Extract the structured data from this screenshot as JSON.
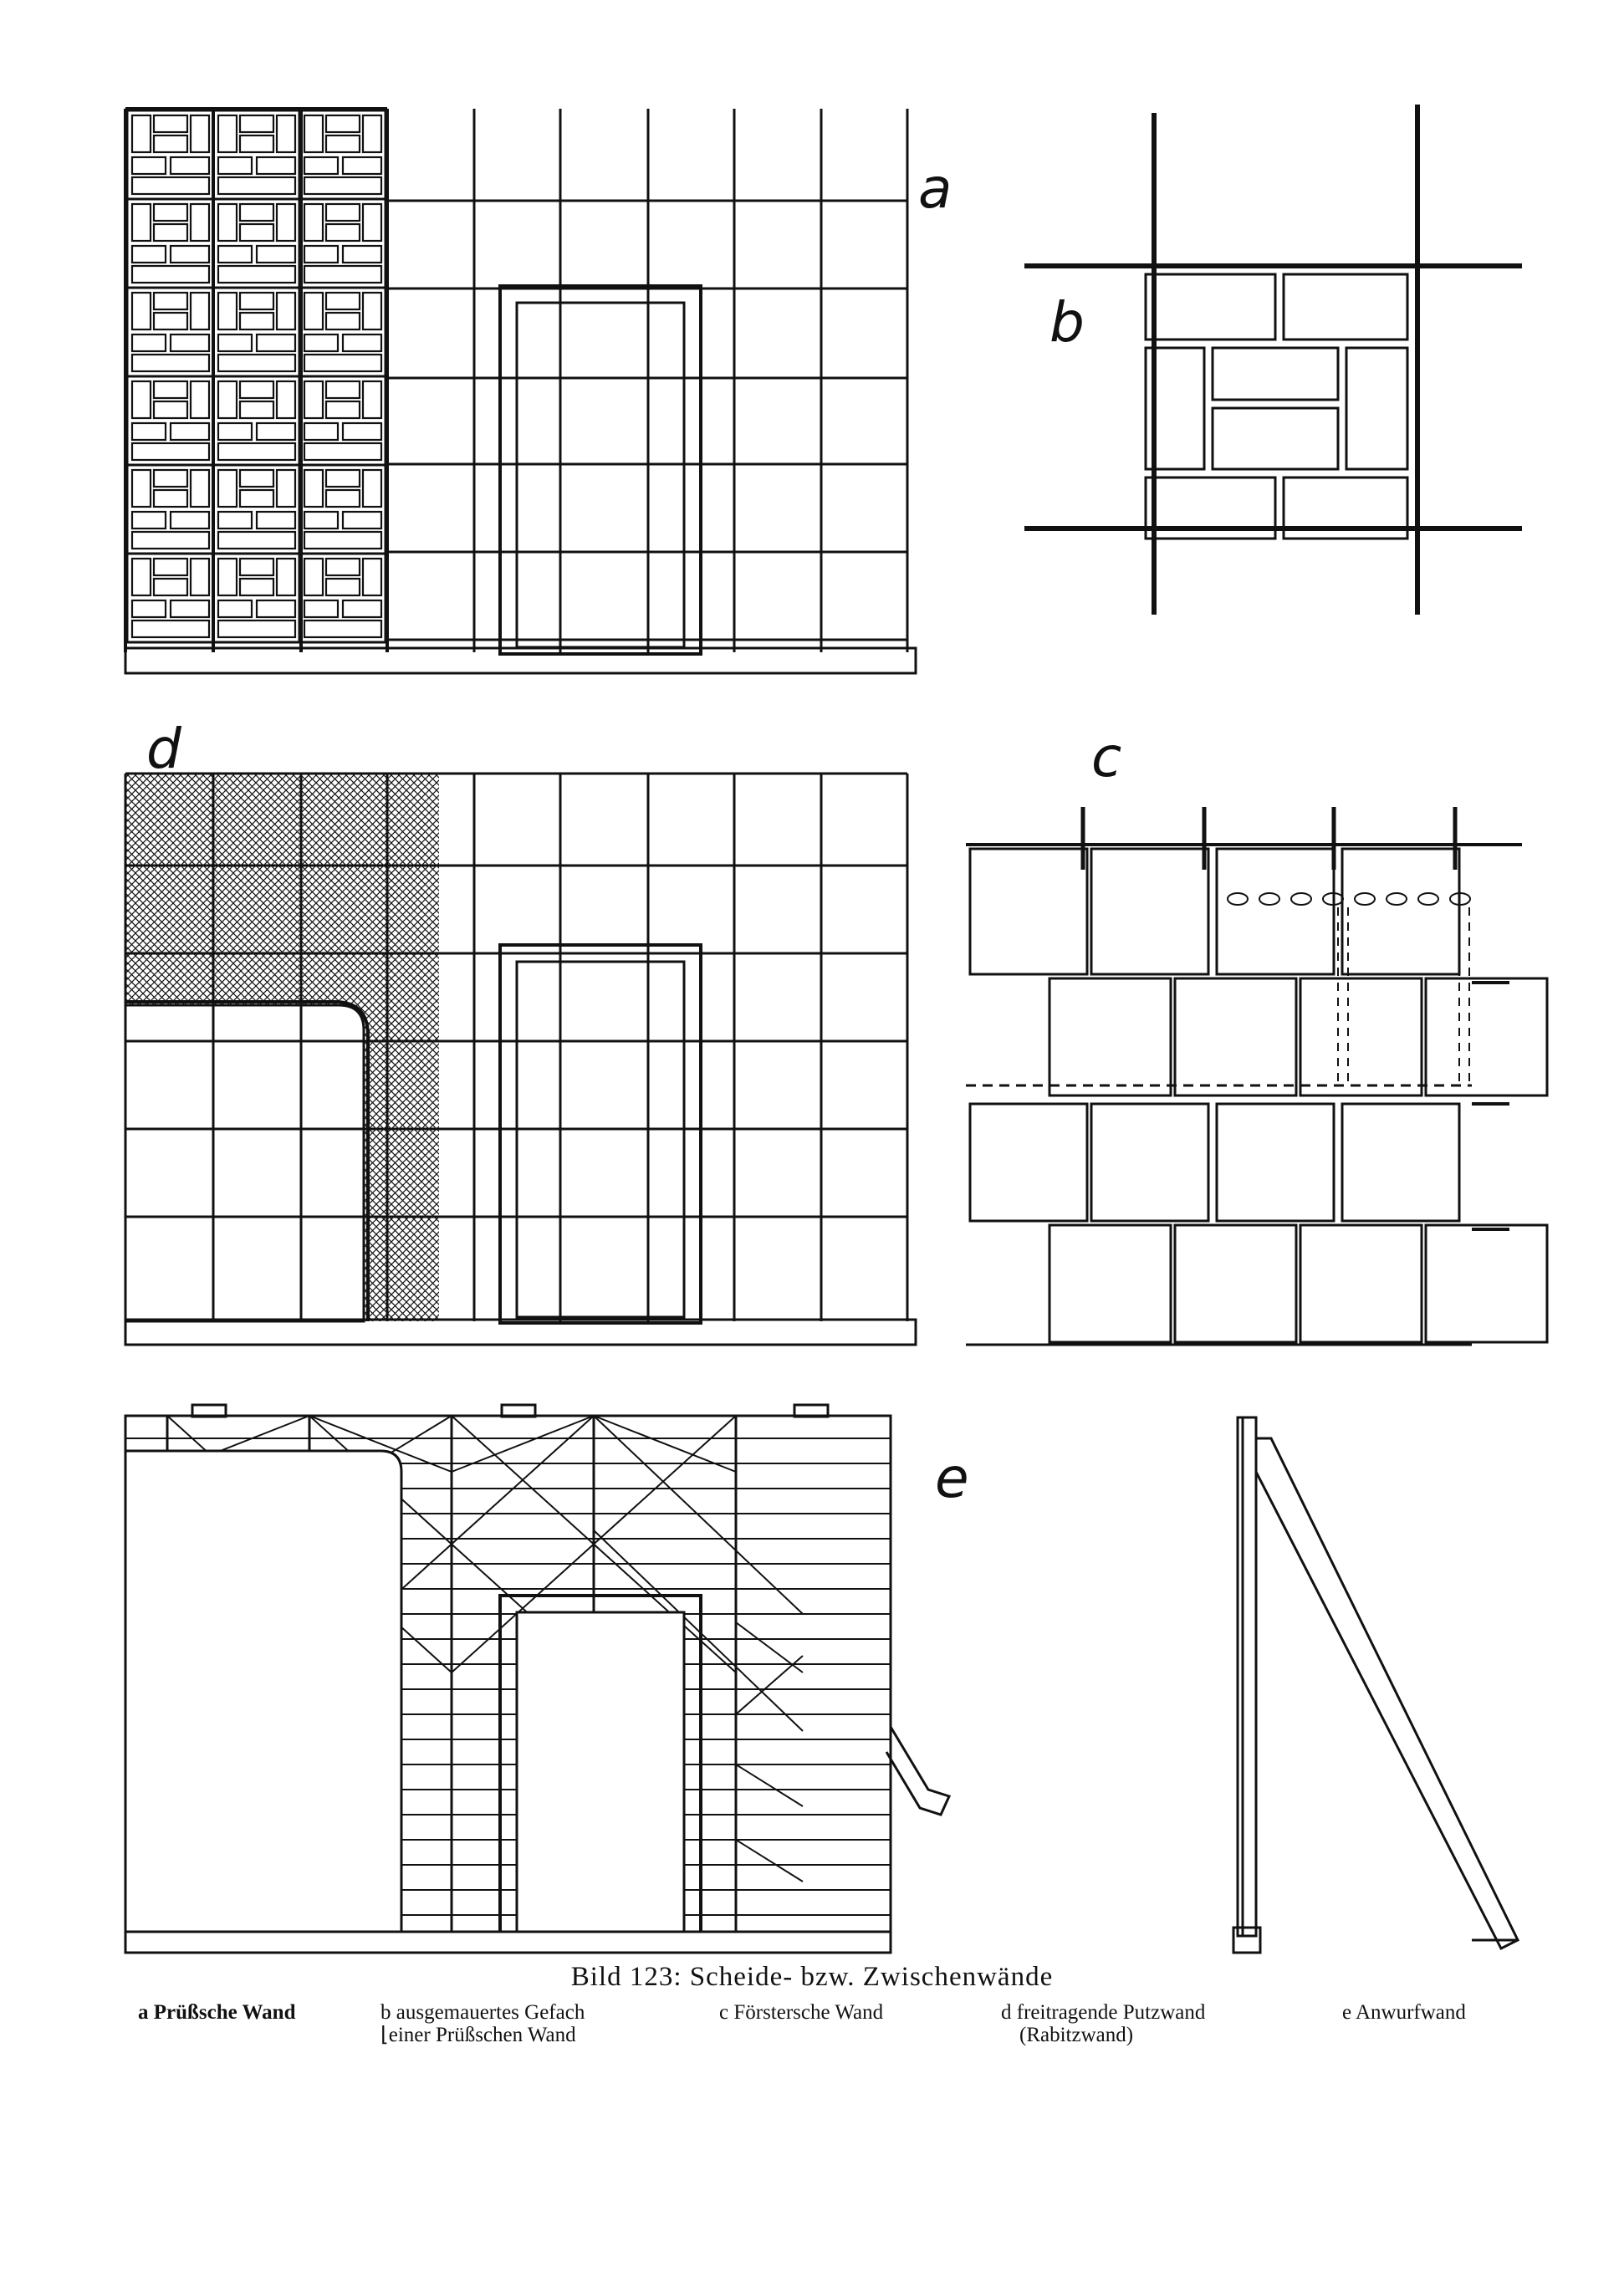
{
  "figure": {
    "panel_labels": {
      "a": "a",
      "b": "b",
      "c": "c",
      "d": "d",
      "e": "e"
    },
    "caption_title": "Bild 123:  Scheide- bzw. Zwischenwände",
    "legend": [
      {
        "lines": [
          "a Prüßsche Wand"
        ]
      },
      {
        "lines": [
          "b ausgemauertes Gefach",
          "⌊einer Prüßschen Wand"
        ]
      },
      {
        "lines": [
          "c Förstersche Wand"
        ]
      },
      {
        "lines": [
          "d freitragende Putzwand",
          "(Rabitzwand)"
        ]
      },
      {
        "lines": [
          "e Anwurfwand"
        ]
      }
    ]
  },
  "colors": {
    "ink": "#111111",
    "paper": "#ffffff"
  }
}
